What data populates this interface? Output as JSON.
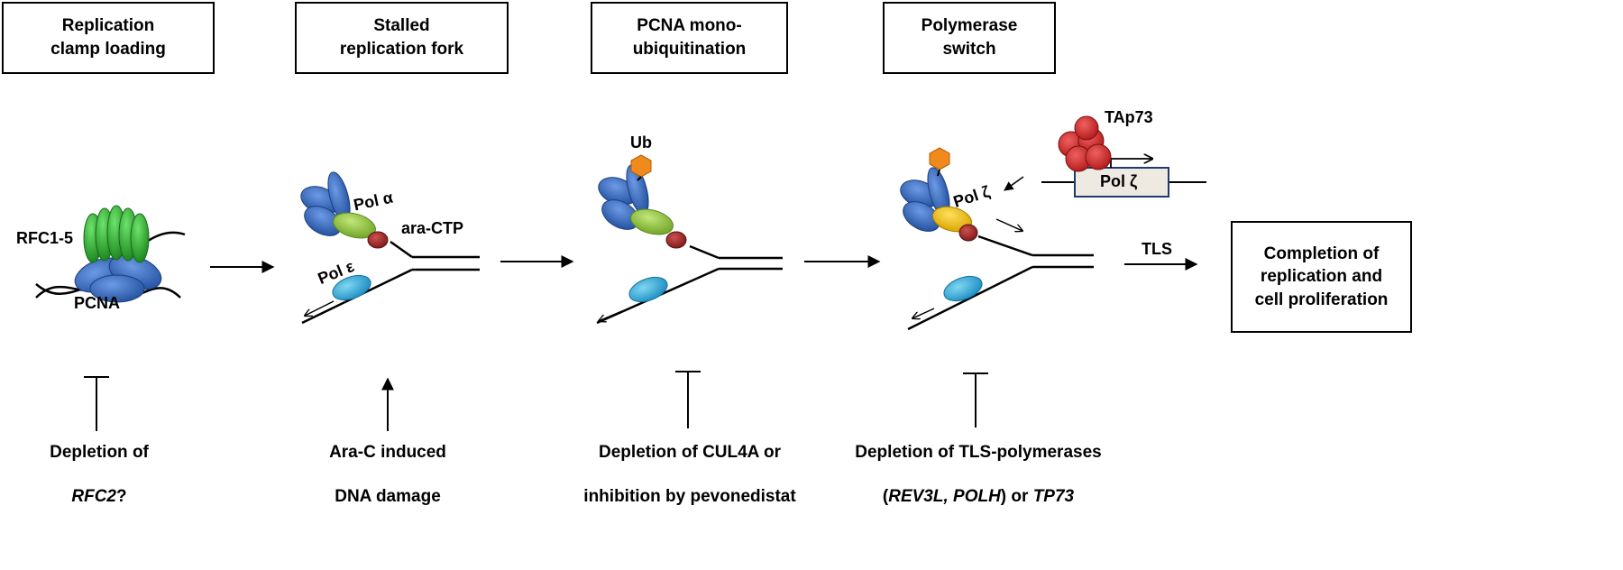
{
  "stages": [
    {
      "line1": "Replication",
      "line2": "clamp loading"
    },
    {
      "line1": "Stalled",
      "line2": "replication fork"
    },
    {
      "line1": "PCNA mono-",
      "line2": "ubiquitination"
    },
    {
      "line1": "Polymerase",
      "line2": "switch"
    }
  ],
  "outcome": {
    "line1": "Completion of",
    "line2": "replication and",
    "line3": "cell proliferation"
  },
  "labels": {
    "rfc": "RFC1-5",
    "pcna": "PCNA",
    "pol_alpha": "Pol α",
    "ara_ctp": "ara-CTP",
    "pol_epsilon": "Pol ε",
    "ub": "Ub",
    "pol_zeta": "Pol ζ",
    "tap73": "TAp73",
    "pol_zeta_gene": "Pol ζ",
    "tls": "TLS"
  },
  "interventions": [
    {
      "type": "inhibit",
      "line1": "Depletion of",
      "line2_italic": "RFC2",
      "line2_rest": "?"
    },
    {
      "type": "induce",
      "line1": "Ara-C induced",
      "line2": "DNA damage"
    },
    {
      "type": "inhibit",
      "line1": "Depletion of CUL4A or",
      "line2": "inhibition by pevonedistat"
    },
    {
      "type": "inhibit",
      "line1": "Depletion of TLS-polymerases",
      "line2_pre": "(",
      "line2_italic": "REV3L, POLH",
      "line2_mid": ") or ",
      "line2_italic2": "TP73"
    }
  ],
  "colors": {
    "pcna_blue": "#3a6fc6",
    "rfc_green": "#3cb43c",
    "pol_alpha_green": "#8dc63f",
    "ara_ctp_red": "#a52a2a",
    "pol_epsilon_cyan": "#29a9d8",
    "ub_orange": "#f08a1c",
    "pol_zeta_yellow": "#f5c000",
    "tap73_red": "#d42a2a",
    "gene_box_fill": "#eeeae2"
  }
}
